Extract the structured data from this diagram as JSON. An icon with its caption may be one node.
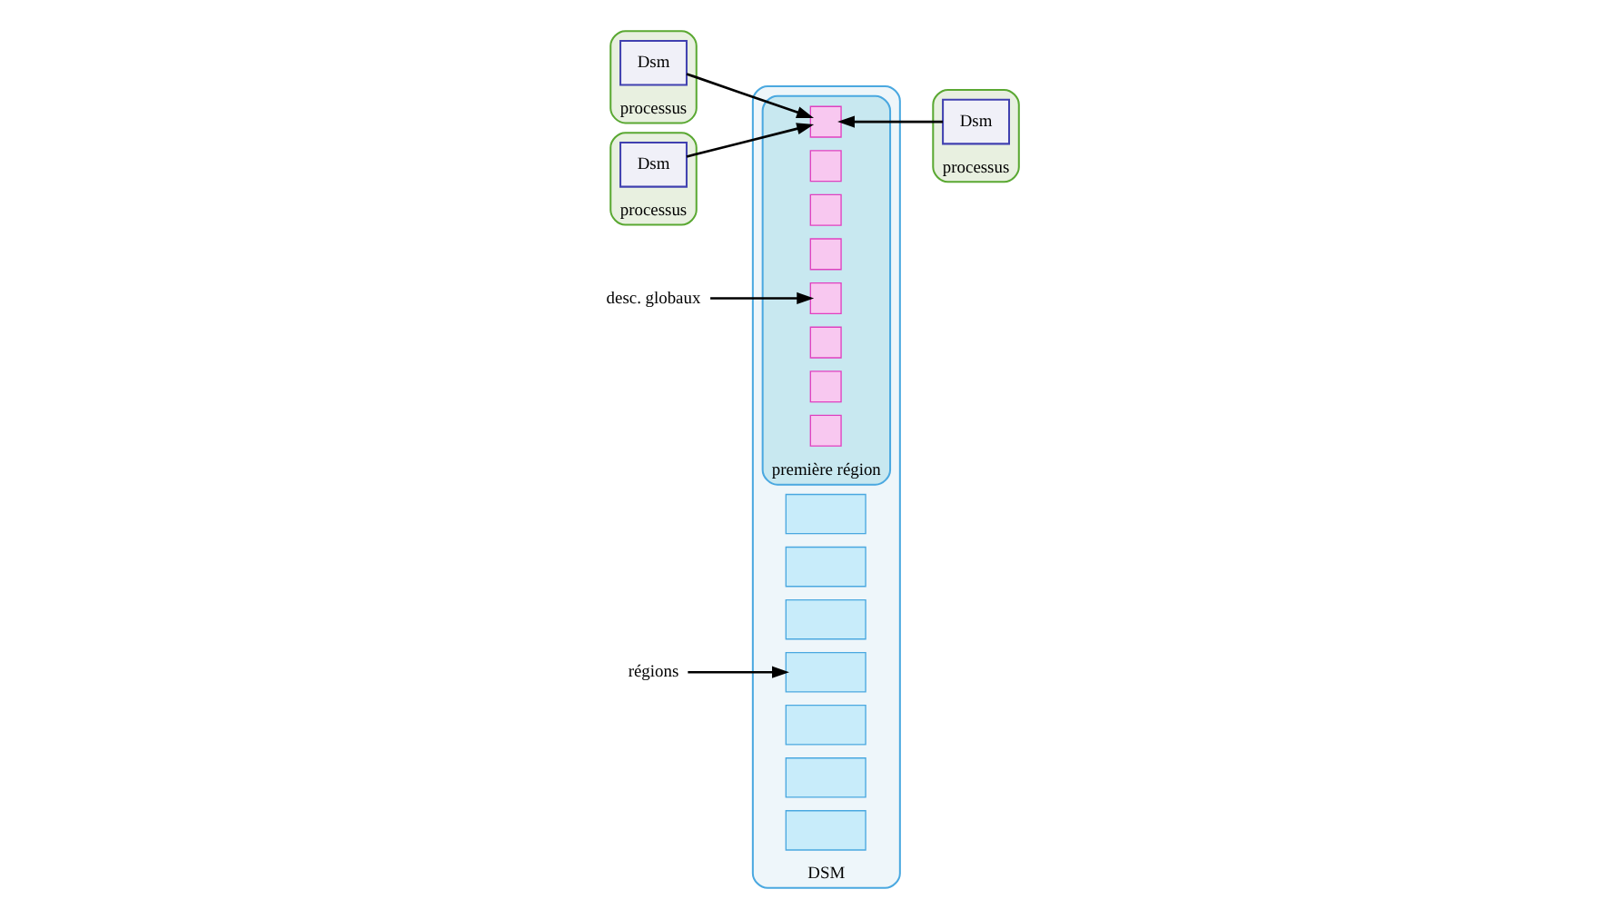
{
  "diagram": {
    "nodes": [
      {
        "text": [
          "processus"
        ]
      },
      {
        "text": [
          "Dsm"
        ],
        "in": 0
      },
      {
        "text": [
          "processus"
        ]
      },
      {
        "text": [
          "Dsm"
        ],
        "in": 2
      },
      {
        "text": [
          "DSM"
        ]
      },
      {
        "text": [],
        "shape": "box",
        "in": 4
      },
      {
        "text": [],
        "shape": "box",
        "in": 4
      },
      {
        "text": [],
        "shape": "box",
        "in": 4
      },
      {
        "text": [],
        "shape": "box",
        "in": 4
      },
      {
        "text": [],
        "shape": "box",
        "in": 4
      },
      {
        "text": [],
        "shape": "box",
        "in": 4
      },
      {
        "text": [],
        "shape": "box",
        "in": 4
      },
      {
        "text": [
          "première région"
        ],
        "in": 4
      },
      {
        "text": [],
        "shape": "box",
        "in": 12
      },
      {
        "text": [],
        "shape": "box",
        "in": 12
      },
      {
        "text": [],
        "shape": "box",
        "in": 12
      },
      {
        "text": [],
        "shape": "box",
        "in": 12
      },
      {
        "text": [],
        "shape": "box",
        "in": 12
      },
      {
        "text": [],
        "shape": "box",
        "in": 12
      },
      {
        "text": [],
        "shape": "box",
        "in": 12
      },
      {
        "text": [],
        "shape": "box",
        "in": 12
      },
      {
        "text": [
          "régions"
        ]
      },
      {
        "text": [
          "desc. globaux"
        ]
      },
      {
        "text": [
          "processus"
        ]
      },
      {
        "text": [
          "Dsm"
        ],
        "in": 23
      }
    ],
    "edges": [
      {
        "from": 1,
        "to": 13,
        "arrow": "to"
      },
      {
        "from": 3,
        "to": 13,
        "arrow": "to"
      },
      {
        "from": 24,
        "to": 13,
        "arrow": "to"
      },
      {
        "from": 21,
        "to": 8,
        "arrow": "to"
      },
      {
        "from": 22,
        "to": 17,
        "arrow": "to"
      }
    ]
  }
}
